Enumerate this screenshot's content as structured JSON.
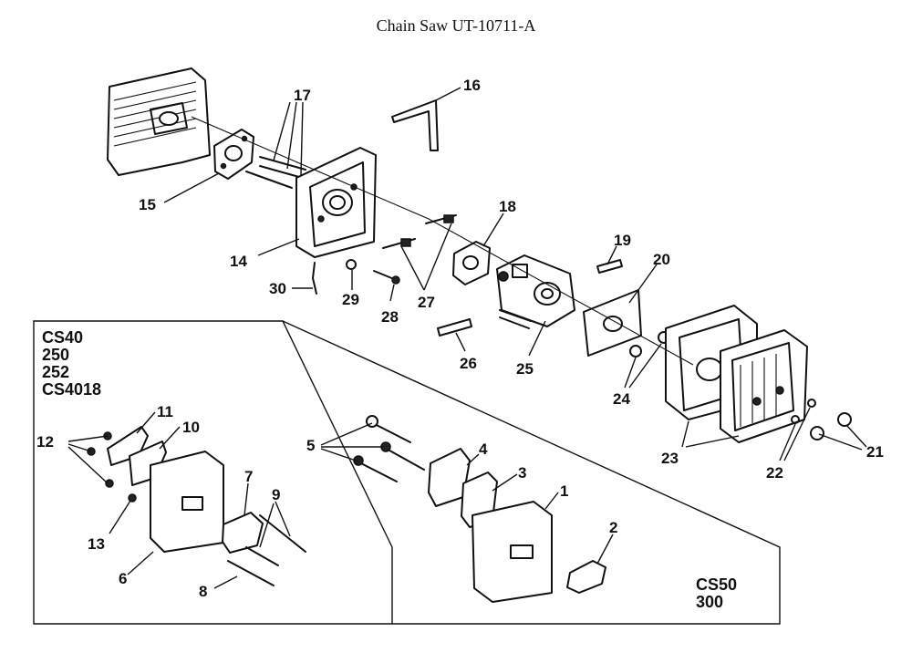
{
  "title": "Chain Saw UT-10711-A",
  "callouts": [
    "1",
    "2",
    "3",
    "4",
    "5",
    "6",
    "7",
    "8",
    "9",
    "10",
    "11",
    "12",
    "13",
    "14",
    "15",
    "16",
    "17",
    "18",
    "19",
    "20",
    "21",
    "22",
    "23",
    "24",
    "25",
    "26",
    "27",
    "28",
    "29",
    "30"
  ],
  "inset_left_models": [
    "CS40",
    "250",
    "252",
    "CS4018"
  ],
  "inset_right_models": [
    "CS50",
    "300"
  ]
}
